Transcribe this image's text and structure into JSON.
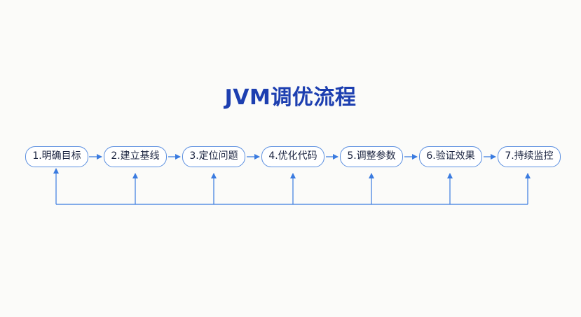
{
  "title": "JVM调优流程",
  "steps": [
    {
      "label": "1.明确目标"
    },
    {
      "label": "2.建立基线"
    },
    {
      "label": "3.定位问题"
    },
    {
      "label": "4.优化代码"
    },
    {
      "label": "5.调整参数"
    },
    {
      "label": "6.验证效果"
    },
    {
      "label": "7.持续监控"
    }
  ],
  "colors": {
    "title": "#1d3fb0",
    "node_border": "#5b8fe0",
    "connector": "#3a7be0"
  }
}
